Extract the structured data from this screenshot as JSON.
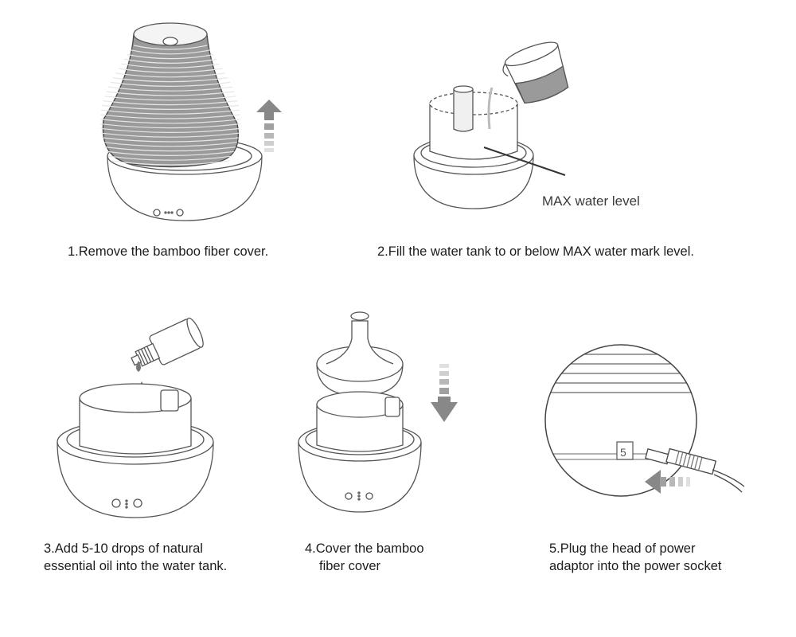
{
  "steps": [
    {
      "caption": "1.Remove the bamboo fiber cover."
    },
    {
      "caption": "2.Fill the water tank to or below MAX water mark level.",
      "label": "MAX water level"
    },
    {
      "caption_line1": "3.Add 5-10 drops of natural",
      "caption_line2": "essential oil into the water tank."
    },
    {
      "caption_line1": "4.Cover the bamboo",
      "caption_line2": "fiber cover"
    },
    {
      "caption_line1": "5.Plug the head of power",
      "caption_line2": "adaptor into  the power socket"
    }
  ],
  "arrows": {
    "step1": "up",
    "step4": "down",
    "step5": "left"
  }
}
